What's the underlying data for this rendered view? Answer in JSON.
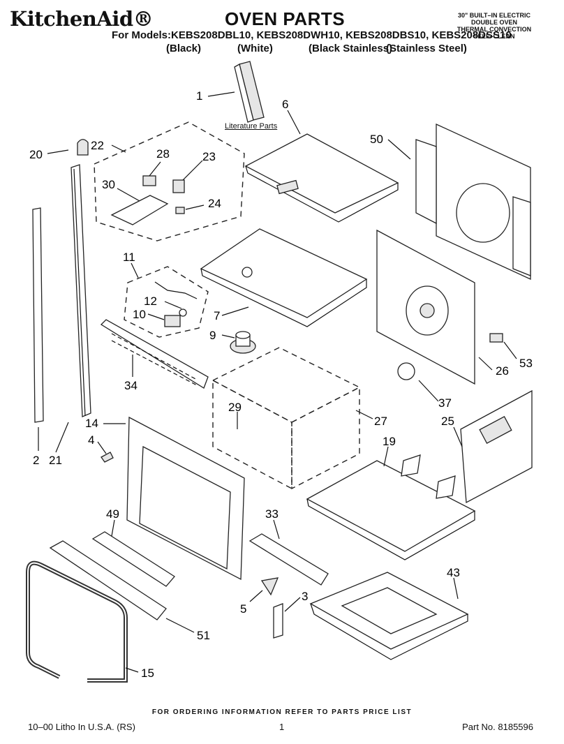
{
  "header": {
    "brand": "KitchenAid®",
    "title": "OVEN PARTS",
    "models_line": "For Models:KEBS208DBL10, KEBS208DWH10, KEBS208DBS10, KEBS208DSS10",
    "variants": [
      "(Black)",
      "(White)",
      "(Black Stainless)",
      "(Stainless Steel)"
    ],
    "description": [
      "30\" BUILT–IN ELECTRIC",
      "DOUBLE OVEN",
      "THERMAL CONVECTION",
      "SELF–CLEAN"
    ]
  },
  "literature_label": "Literature Parts",
  "part_labels": [
    "1",
    "6",
    "50",
    "20",
    "22",
    "28",
    "23",
    "30",
    "24",
    "11",
    "12",
    "10",
    "7",
    "9",
    "34",
    "26",
    "53",
    "37",
    "29",
    "27",
    "14",
    "4",
    "25",
    "19",
    "2",
    "21",
    "49",
    "33",
    "43",
    "5",
    "3",
    "51",
    "15"
  ],
  "footer": {
    "ordering_note": "FOR ORDERING INFORMATION REFER TO PARTS PRICE LIST",
    "litho": "10–00 Litho In U.S.A. (RS)",
    "page": "1",
    "part_no": "Part No. 8185596"
  }
}
